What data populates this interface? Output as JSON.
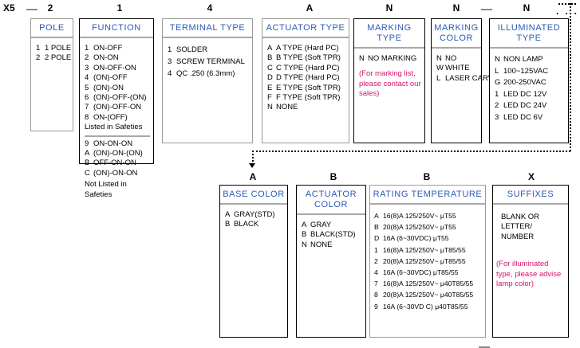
{
  "code_line": {
    "prefix": "X5",
    "segments": [
      "2",
      "1",
      "4",
      "A",
      "N",
      "N",
      "N"
    ],
    "bottom_segments": [
      "A",
      "B",
      "B",
      "X"
    ],
    "dots": "· · · ·"
  },
  "top_boxes": [
    {
      "id": "pole",
      "code": "2",
      "title": "POLE",
      "options": [
        {
          "key": "1",
          "value": "1 POLE"
        },
        {
          "key": "2",
          "value": "2 POLE"
        }
      ]
    },
    {
      "id": "function",
      "code": "1",
      "title": "FUNCTION",
      "options": [
        {
          "key": "1",
          "value": "ON-OFF"
        },
        {
          "key": "2",
          "value": "ON-ON"
        },
        {
          "key": "3",
          "value": "ON-OFF-ON"
        },
        {
          "key": "4",
          "value": "(ON)-OFF"
        },
        {
          "key": "5",
          "value": "(ON)-ON"
        },
        {
          "key": "6",
          "value": "(ON)-OFF-(ON)"
        },
        {
          "key": "7",
          "value": "(ON)-OFF-ON"
        },
        {
          "key": "8",
          "value": "ON-(OFF)"
        }
      ],
      "footnote1": "Listed in Safeties",
      "options2": [
        {
          "key": "9",
          "value": "ON-ON-ON"
        },
        {
          "key": "A",
          "value": "(ON)-ON-(ON)"
        },
        {
          "key": "B",
          "value": "OFF-ON-ON"
        },
        {
          "key": "C",
          "value": "(ON)-ON-ON"
        }
      ],
      "footnote2": "Not Listed in Safeties"
    },
    {
      "id": "terminal-type",
      "code": "4",
      "title": "TERMINAL TYPE",
      "options": [
        {
          "key": "1",
          "value": "SOLDER"
        },
        {
          "key": "3",
          "value": "SCREW TERMINAL"
        },
        {
          "key": "4",
          "value": "QC .250  (6.3mm)"
        }
      ]
    },
    {
      "id": "actuator-type",
      "code": "A",
      "title": "ACTUATOR TYPE",
      "options": [
        {
          "key": "A",
          "value": "A TYPE (Hard PC)"
        },
        {
          "key": "B",
          "value": "B TYPE (Soft TPR)"
        },
        {
          "key": "C",
          "value": "C TYPE (Hard PC)"
        },
        {
          "key": "D",
          "value": "D TYPE (Hard PC)"
        },
        {
          "key": "E",
          "value": "E TYPE (Soft TPR)"
        },
        {
          "key": "F",
          "value": "F TYPE (Soft TPR)"
        },
        {
          "key": "N",
          "value": "NONE"
        }
      ]
    },
    {
      "id": "marking-type",
      "code": "N",
      "title": "MARKING TYPE",
      "options": [
        {
          "key": "N",
          "value": "NO MARKING"
        }
      ],
      "note": "(For marking list, please contact our sales)"
    },
    {
      "id": "marking-color",
      "code": "N",
      "title": "MARKING COLOR",
      "options": [
        {
          "key": "N",
          "value": "NO"
        },
        {
          "key": "W",
          "value": "WHITE"
        },
        {
          "key": "L",
          "value": "LASER CARVING"
        }
      ]
    },
    {
      "id": "illuminated-type",
      "code": "N",
      "title": "ILLUMINATED TYPE",
      "options": [
        {
          "key": "N",
          "value": "NON LAMP"
        },
        {
          "key": "L",
          "value": "100~125VAC"
        },
        {
          "key": "G",
          "value": "200-250VAC"
        },
        {
          "key": "1",
          "value": "LED  DC 12V"
        },
        {
          "key": "2",
          "value": "LED  DC 24V"
        },
        {
          "key": "3",
          "value": "LED  DC 6V"
        }
      ]
    }
  ],
  "bottom_boxes": [
    {
      "id": "base-color",
      "code": "A",
      "title": "BASE COLOR",
      "options": [
        {
          "key": "A",
          "value": "GRAY(STD)"
        },
        {
          "key": "B",
          "value": "BLACK"
        }
      ]
    },
    {
      "id": "actuator-color",
      "code": "B",
      "title": "ACTUATOR COLOR",
      "options": [
        {
          "key": "A",
          "value": "GRAY"
        },
        {
          "key": "B",
          "value": "BLACK(STD)"
        },
        {
          "key": "N",
          "value": "NONE"
        }
      ]
    },
    {
      "id": "rating-temperature",
      "code": "B",
      "title": "RATING TEMPERATURE",
      "options": [
        {
          "key": "A",
          "value": "16(8)A 125/250V~ μT55"
        },
        {
          "key": "B",
          "value": "20(8)A 125/250V~ μT55"
        },
        {
          "key": "D",
          "value": "16A (6~30VDC) μT55"
        },
        {
          "key": "1",
          "value": "16(8)A 125/250V~ μT85/55"
        },
        {
          "key": "2",
          "value": "20(8)A 125/250V~ μT85/55"
        },
        {
          "key": "4",
          "value": "16A (6~30VDC) μT85/55"
        },
        {
          "key": "7",
          "value": "16(8)A 125/250V~ μ40T85/55"
        },
        {
          "key": "8",
          "value": "20(8)A 125/250V~ μ40T85/55"
        },
        {
          "key": "9",
          "value": "16A (6~30VD C) μ40T85/55"
        }
      ]
    },
    {
      "id": "suffixes",
      "code": "X",
      "title": "SUFFIXES",
      "text": "BLANK OR LETTER/ NUMBER",
      "note": "(For illuminated type, please advise lamp color)"
    }
  ],
  "colors": {
    "title": "#2b5bb5",
    "note": "#d6126b",
    "border": "#000000",
    "rule": "#a8a8a8"
  }
}
